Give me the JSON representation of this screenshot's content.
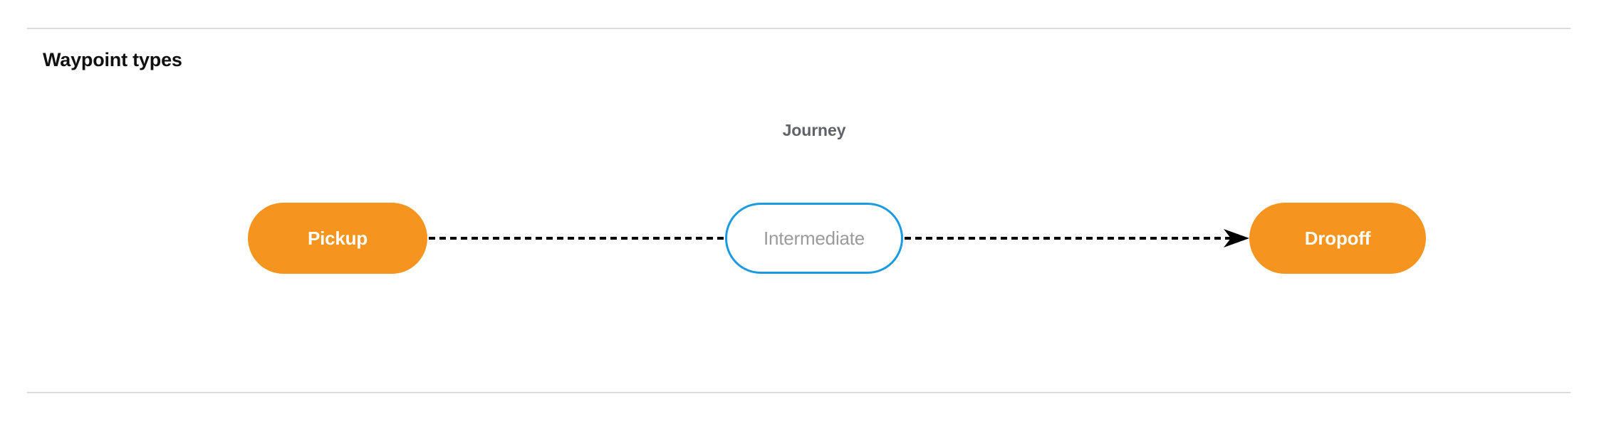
{
  "section": {
    "title": "Waypoint types",
    "divider_color": "#d9dadc"
  },
  "diagram": {
    "type": "flow",
    "graph_label": "Journey",
    "graph_label_color": "#5f6368",
    "nodes": [
      {
        "id": "pickup",
        "label": "Pickup",
        "shape": "pill",
        "fill": "#f5951f",
        "text_color": "#ffffff",
        "border": "none"
      },
      {
        "id": "intermediate",
        "label": "Intermediate",
        "shape": "pill",
        "fill": "#ffffff",
        "text_color": "#9b9b9b",
        "border": "#1a9adf"
      },
      {
        "id": "dropoff",
        "label": "Dropoff",
        "shape": "pill",
        "fill": "#f5951f",
        "text_color": "#ffffff",
        "border": "none"
      }
    ],
    "edges": [
      {
        "id": "pickup-to-intermediate",
        "from": "pickup",
        "to": "intermediate",
        "style": "dashed",
        "color": "#000000",
        "arrowhead": false
      },
      {
        "id": "intermediate-to-dropoff",
        "from": "intermediate",
        "to": "dropoff",
        "style": "dashed",
        "color": "#000000",
        "arrowhead": true
      }
    ]
  }
}
